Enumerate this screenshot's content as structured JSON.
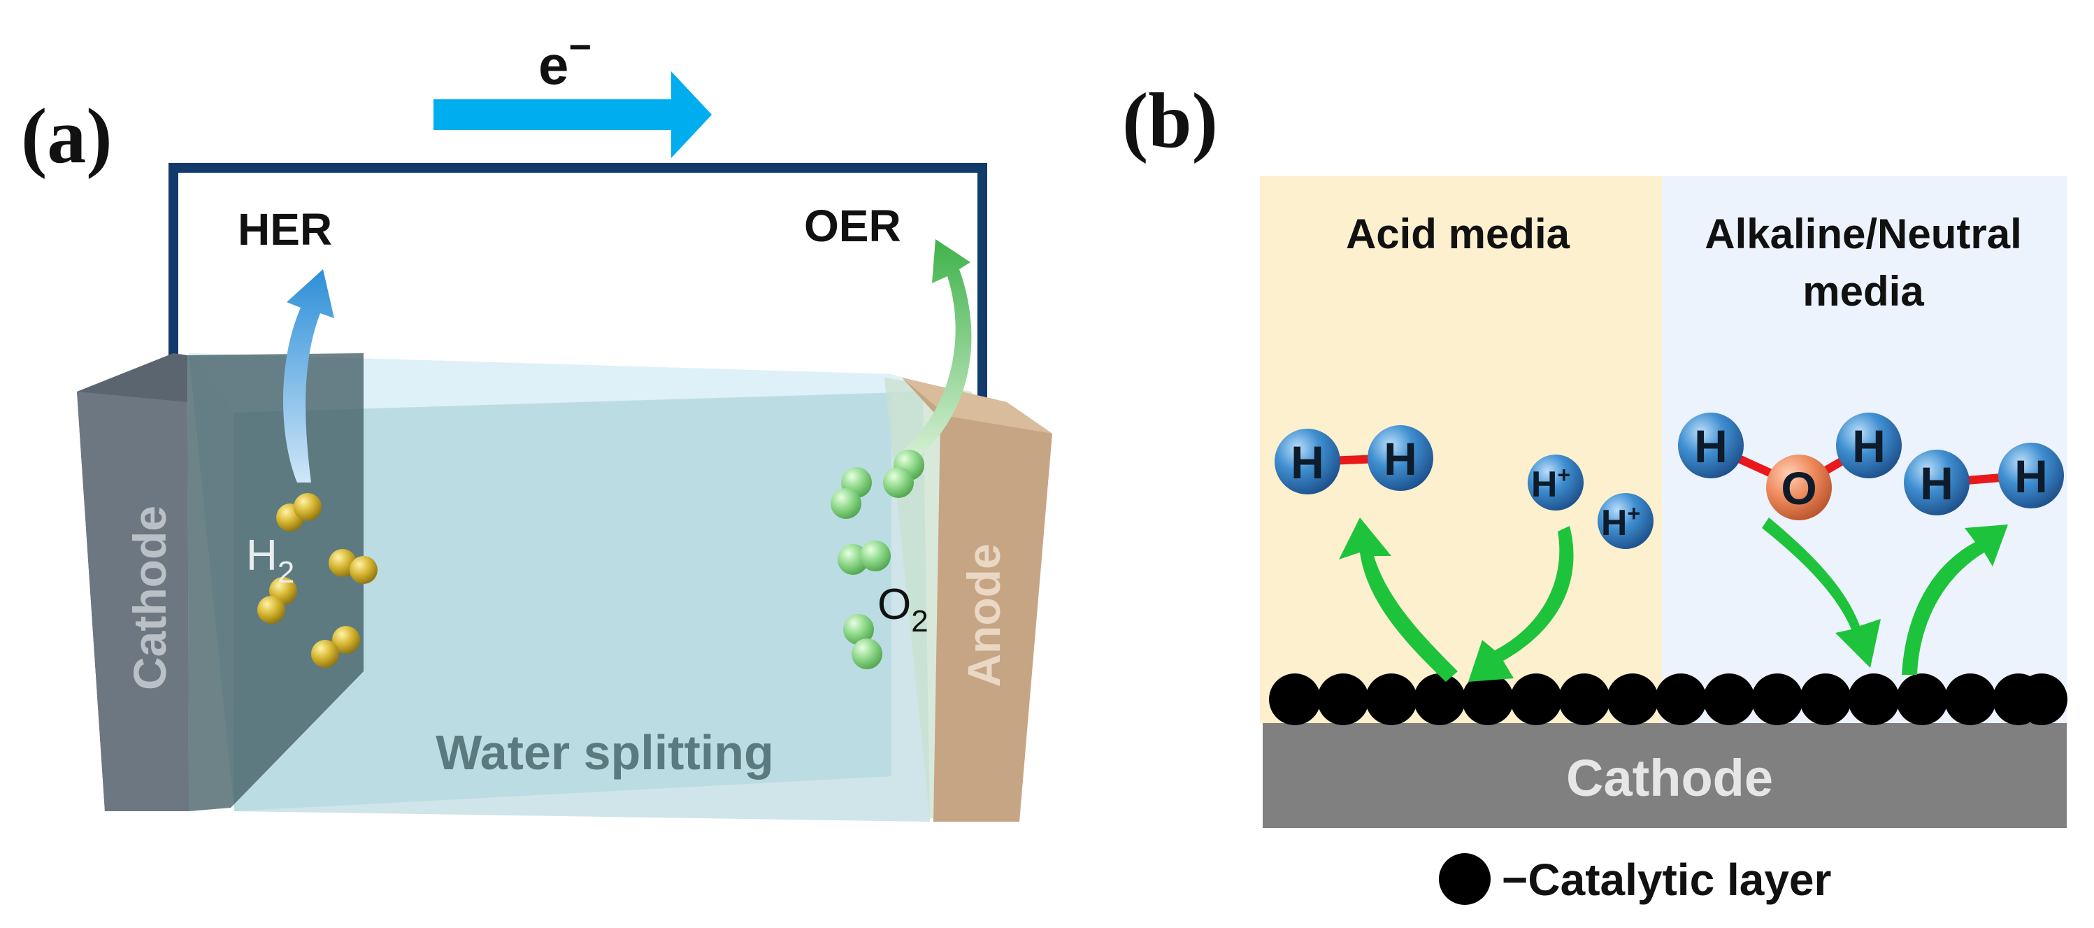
{
  "panel_a": {
    "label": "(a)",
    "electron": "e",
    "electron_sup": "−",
    "her": "HER",
    "oer": "OER",
    "cathode": "Cathode",
    "anode": "Anode",
    "h2_main": "H",
    "h2_sub": "2",
    "o2_main": "O",
    "o2_sub": "2",
    "caption": "Water splitting"
  },
  "panel_b": {
    "label": "(b)",
    "acid": "Acid media",
    "alk_line1": "Alkaline/Neutral",
    "alk_line2": "media",
    "cathode": "Cathode",
    "legend": "−Catalytic layer",
    "h": "H",
    "o": "O",
    "h_plus": "H",
    "plus": "+"
  },
  "colors": {
    "wire": "#123a6b",
    "electron_arrow": "#00adef",
    "acid_bg": "#fdf0cf",
    "alkaline_bg": "#edf3fd",
    "cathode_slab": "#808080",
    "green_arrow": "#1ec33c",
    "h_atom": "#3a86c8",
    "o_atom": "#e9855a",
    "bond": "#e8181b"
  }
}
